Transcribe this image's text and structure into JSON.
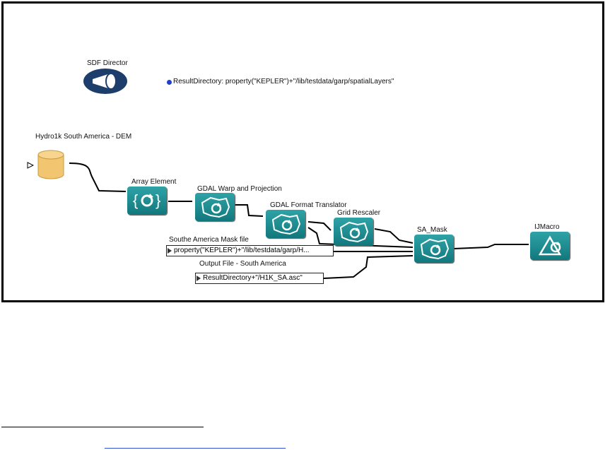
{
  "director": {
    "label": "SDF Director"
  },
  "parameter": {
    "text": "ResultDirectory: property(\"KEPLER\")+\"/lib/testdata/garp/spatialLayers\""
  },
  "actors": {
    "dem": "Hydro1k South America - DEM",
    "array_element": "Array Element",
    "gdal_warp": "GDAL Warp and Projection",
    "gdal_format": "GDAL Format Translator",
    "grid_rescaler": "Grid Rescaler",
    "sa_mask": "SA_Mask",
    "ijmacro": "IJMacro"
  },
  "constants": {
    "mask_file_label": "Southe America Mask file",
    "mask_file_value": "property(\"KEPLER\")+\"/lib/testdata/garp/H...",
    "output_file_label": "Output File - South America",
    "output_file_value": "ResultDirectory+\"/H1K_SA.asc\""
  },
  "colors": {
    "actor": "#1a8c91",
    "database": "#f2c570",
    "director": "#1d3d6b",
    "parameter_dot": "#1f3fd0"
  }
}
